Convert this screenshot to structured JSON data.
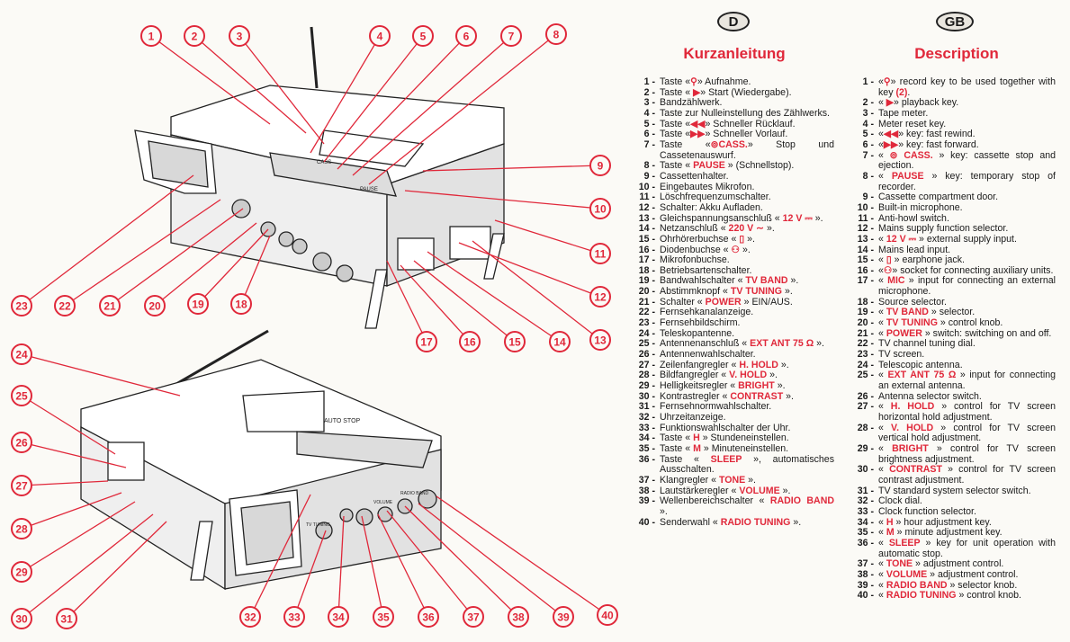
{
  "callouts": [
    "1",
    "2",
    "3",
    "4",
    "5",
    "6",
    "7",
    "8",
    "9",
    "10",
    "11",
    "12",
    "13",
    "14",
    "15",
    "16",
    "17",
    "18",
    "19",
    "20",
    "21",
    "22",
    "23",
    "24",
    "25",
    "26",
    "27",
    "28",
    "29",
    "30",
    "31",
    "32",
    "33",
    "34",
    "35",
    "36",
    "37",
    "38",
    "39",
    "40"
  ],
  "device_text": {
    "cass": "CASS",
    "pause": "PAUSE",
    "auto_stop": "AUTO STOP",
    "tuning": "TV TUNING",
    "volume": "VOLUME",
    "radio_band": "RADIO BAND"
  },
  "german": {
    "badge": "D",
    "title": "Kurzanleitung",
    "items": [
      {
        "n": "1",
        "parts": [
          "Taste «",
          "⚲",
          "» Aufnahme."
        ]
      },
      {
        "n": "2",
        "parts": [
          "Taste « ",
          "▶",
          "» Start (Wiedergabe)."
        ]
      },
      {
        "n": "3",
        "parts": [
          "Bandzählwerk."
        ]
      },
      {
        "n": "4",
        "parts": [
          "Taste zur Nulleinstellung des Zählwerks."
        ]
      },
      {
        "n": "5",
        "parts": [
          "Taste «",
          "◀◀",
          "» Schneller Rücklauf."
        ]
      },
      {
        "n": "6",
        "parts": [
          "Taste «",
          "▶▶",
          "» Schneller Vorlauf."
        ]
      },
      {
        "n": "7",
        "parts": [
          "Taste «",
          "⊚CASS.",
          "» Stop und Cassetenauswurf."
        ]
      },
      {
        "n": "8",
        "parts": [
          "Taste « ",
          "PAUSE",
          " » (Schnellstop)."
        ]
      },
      {
        "n": "9",
        "parts": [
          "Cassettenhalter."
        ]
      },
      {
        "n": "10",
        "parts": [
          "Eingebautes Mikrofon."
        ]
      },
      {
        "n": "11",
        "parts": [
          "Löschfrequenzumschalter."
        ]
      },
      {
        "n": "12",
        "parts": [
          "Schalter: Akku Aufladen."
        ]
      },
      {
        "n": "13",
        "parts": [
          "Gleichspannungsanschluß « ",
          "12 V ⎓",
          " »."
        ]
      },
      {
        "n": "14",
        "parts": [
          "Netzanschluß « ",
          "220 V ∼",
          " »."
        ]
      },
      {
        "n": "15",
        "parts": [
          "Ohrhörerbuchse « ",
          "▯",
          " »."
        ]
      },
      {
        "n": "16",
        "parts": [
          "Diodenbuchse « ",
          "⚇",
          " »."
        ]
      },
      {
        "n": "17",
        "parts": [
          "Mikrofonbuchse."
        ]
      },
      {
        "n": "18",
        "parts": [
          "Betriebsartenschalter."
        ]
      },
      {
        "n": "19",
        "parts": [
          "Bandwahlschalter « ",
          "TV BAND",
          " »."
        ]
      },
      {
        "n": "20",
        "parts": [
          "Abstimmknopf « ",
          "TV TUNING",
          " »."
        ]
      },
      {
        "n": "21",
        "parts": [
          "Schalter « ",
          "POWER",
          " » EIN/AUS."
        ]
      },
      {
        "n": "22",
        "parts": [
          "Fernsehkanalanzeige."
        ]
      },
      {
        "n": "23",
        "parts": [
          "Fernsehbildschirm."
        ]
      },
      {
        "n": "24",
        "parts": [
          "Teleskopantenne."
        ]
      },
      {
        "n": "25",
        "parts": [
          "Antennenanschluß « ",
          "EXT ANT 75 Ω",
          " »."
        ]
      },
      {
        "n": "26",
        "parts": [
          "Antennenwahlschalter."
        ]
      },
      {
        "n": "27",
        "parts": [
          "Zeilenfangregler « ",
          "H. HOLD",
          " »."
        ]
      },
      {
        "n": "28",
        "parts": [
          "Bildfangregler « ",
          "V. HOLD",
          " »."
        ]
      },
      {
        "n": "29",
        "parts": [
          "Helligkeitsregler « ",
          "BRIGHT",
          " »."
        ]
      },
      {
        "n": "30",
        "parts": [
          "Kontrastregler « ",
          "CONTRAST",
          " »."
        ]
      },
      {
        "n": "31",
        "parts": [
          "Fernsehnormwahlschalter."
        ]
      },
      {
        "n": "32",
        "parts": [
          "Uhrzeitanzeige."
        ]
      },
      {
        "n": "33",
        "parts": [
          "Funktionswahlschalter der Uhr."
        ]
      },
      {
        "n": "34",
        "parts": [
          "Taste « ",
          "H",
          " » Stundeneinstellen."
        ]
      },
      {
        "n": "35",
        "parts": [
          "Taste « ",
          "M",
          " » Minuteneinstellen."
        ]
      },
      {
        "n": "36",
        "parts": [
          "Taste « ",
          "SLEEP",
          " », automatisches Ausschalten."
        ]
      },
      {
        "n": "37",
        "parts": [
          "Klangregler « ",
          "TONE",
          " »."
        ]
      },
      {
        "n": "38",
        "parts": [
          "Lautstärkeregler « ",
          "VOLUME",
          " »."
        ]
      },
      {
        "n": "39",
        "parts": [
          "Wellenbereichschalter « ",
          "RADIO BAND",
          " »."
        ]
      },
      {
        "n": "40",
        "parts": [
          "Senderwahl « ",
          "RADIO TUNING",
          " »."
        ]
      }
    ]
  },
  "english": {
    "badge": "GB",
    "title": "Description",
    "items": [
      {
        "n": "1",
        "parts": [
          "«",
          "⚲",
          "» record key to be used together with key ",
          "(2)",
          "."
        ]
      },
      {
        "n": "2",
        "parts": [
          "« ",
          "▶",
          "» playback key."
        ]
      },
      {
        "n": "3",
        "parts": [
          "Tape meter."
        ]
      },
      {
        "n": "4",
        "parts": [
          "Meter reset key."
        ]
      },
      {
        "n": "5",
        "parts": [
          "«",
          "◀◀",
          "» key: fast rewind."
        ]
      },
      {
        "n": "6",
        "parts": [
          "«",
          "▶▶",
          "» key: fast forward."
        ]
      },
      {
        "n": "7",
        "parts": [
          "« ",
          "⊚ CASS.",
          " » key: cassette stop and ejection."
        ]
      },
      {
        "n": "8",
        "parts": [
          "« ",
          "PAUSE",
          " » key: temporary stop of recorder."
        ]
      },
      {
        "n": "9",
        "parts": [
          "Cassette compartment door."
        ]
      },
      {
        "n": "10",
        "parts": [
          "Built-in microphone."
        ]
      },
      {
        "n": "11",
        "parts": [
          "Anti-howl switch."
        ]
      },
      {
        "n": "12",
        "parts": [
          "Mains supply function selector."
        ]
      },
      {
        "n": "13",
        "parts": [
          "« ",
          "12 V ⎓",
          " » external supply input."
        ]
      },
      {
        "n": "14",
        "parts": [
          "Mains lead input."
        ]
      },
      {
        "n": "15",
        "parts": [
          "« ",
          "▯",
          " » earphone jack."
        ]
      },
      {
        "n": "16",
        "parts": [
          "«",
          "⚇",
          "» socket for connecting auxiliary units."
        ]
      },
      {
        "n": "17",
        "parts": [
          "« ",
          "MIC",
          " » input for connecting an external microphone."
        ]
      },
      {
        "n": "18",
        "parts": [
          "Source selector."
        ]
      },
      {
        "n": "19",
        "parts": [
          "« ",
          "TV BAND",
          " » selector."
        ]
      },
      {
        "n": "20",
        "parts": [
          "« ",
          "TV TUNING",
          " » control knob."
        ]
      },
      {
        "n": "21",
        "parts": [
          "« ",
          "POWER",
          " » switch: switching on and off."
        ]
      },
      {
        "n": "22",
        "parts": [
          "TV channel tuning dial."
        ]
      },
      {
        "n": "23",
        "parts": [
          "TV screen."
        ]
      },
      {
        "n": "24",
        "parts": [
          "Telescopic antenna."
        ]
      },
      {
        "n": "25",
        "parts": [
          "« ",
          "EXT ANT 75 Ω",
          " » input for connecting an external antenna."
        ]
      },
      {
        "n": "26",
        "parts": [
          "Antenna selector switch."
        ]
      },
      {
        "n": "27",
        "parts": [
          "« ",
          "H. HOLD",
          " » control for TV screen horizontal hold adjustment."
        ]
      },
      {
        "n": "28",
        "parts": [
          "« ",
          "V. HOLD",
          " » control for TV screen vertical hold adjustment."
        ]
      },
      {
        "n": "29",
        "parts": [
          "« ",
          "BRIGHT",
          " » control for TV screen brightness adjustment."
        ]
      },
      {
        "n": "30",
        "parts": [
          "« ",
          "CONTRAST",
          " » control for TV screen contrast adjustment."
        ]
      },
      {
        "n": "31",
        "parts": [
          "TV standard system selector switch."
        ]
      },
      {
        "n": "32",
        "parts": [
          "Clock dial."
        ]
      },
      {
        "n": "33",
        "parts": [
          "Clock function selector."
        ]
      },
      {
        "n": "34",
        "parts": [
          "« ",
          "H",
          " » hour adjustment key."
        ]
      },
      {
        "n": "35",
        "parts": [
          "« ",
          "M",
          " » minute adjustment key."
        ]
      },
      {
        "n": "36",
        "parts": [
          "« ",
          "SLEEP",
          " » key for unit operation with automatic stop."
        ]
      },
      {
        "n": "37",
        "parts": [
          "« ",
          "TONE",
          " » adjustment control."
        ]
      },
      {
        "n": "38",
        "parts": [
          "« ",
          "VOLUME",
          " » adjustment control."
        ]
      },
      {
        "n": "39",
        "parts": [
          "« ",
          "RADIO BAND",
          " » selector knob."
        ]
      },
      {
        "n": "40",
        "parts": [
          "« ",
          "RADIO TUNING",
          " » control knob."
        ]
      }
    ]
  },
  "colors": {
    "accent": "#e0283a",
    "ink": "#1a1a1a",
    "paper": "#fbfaf6"
  }
}
